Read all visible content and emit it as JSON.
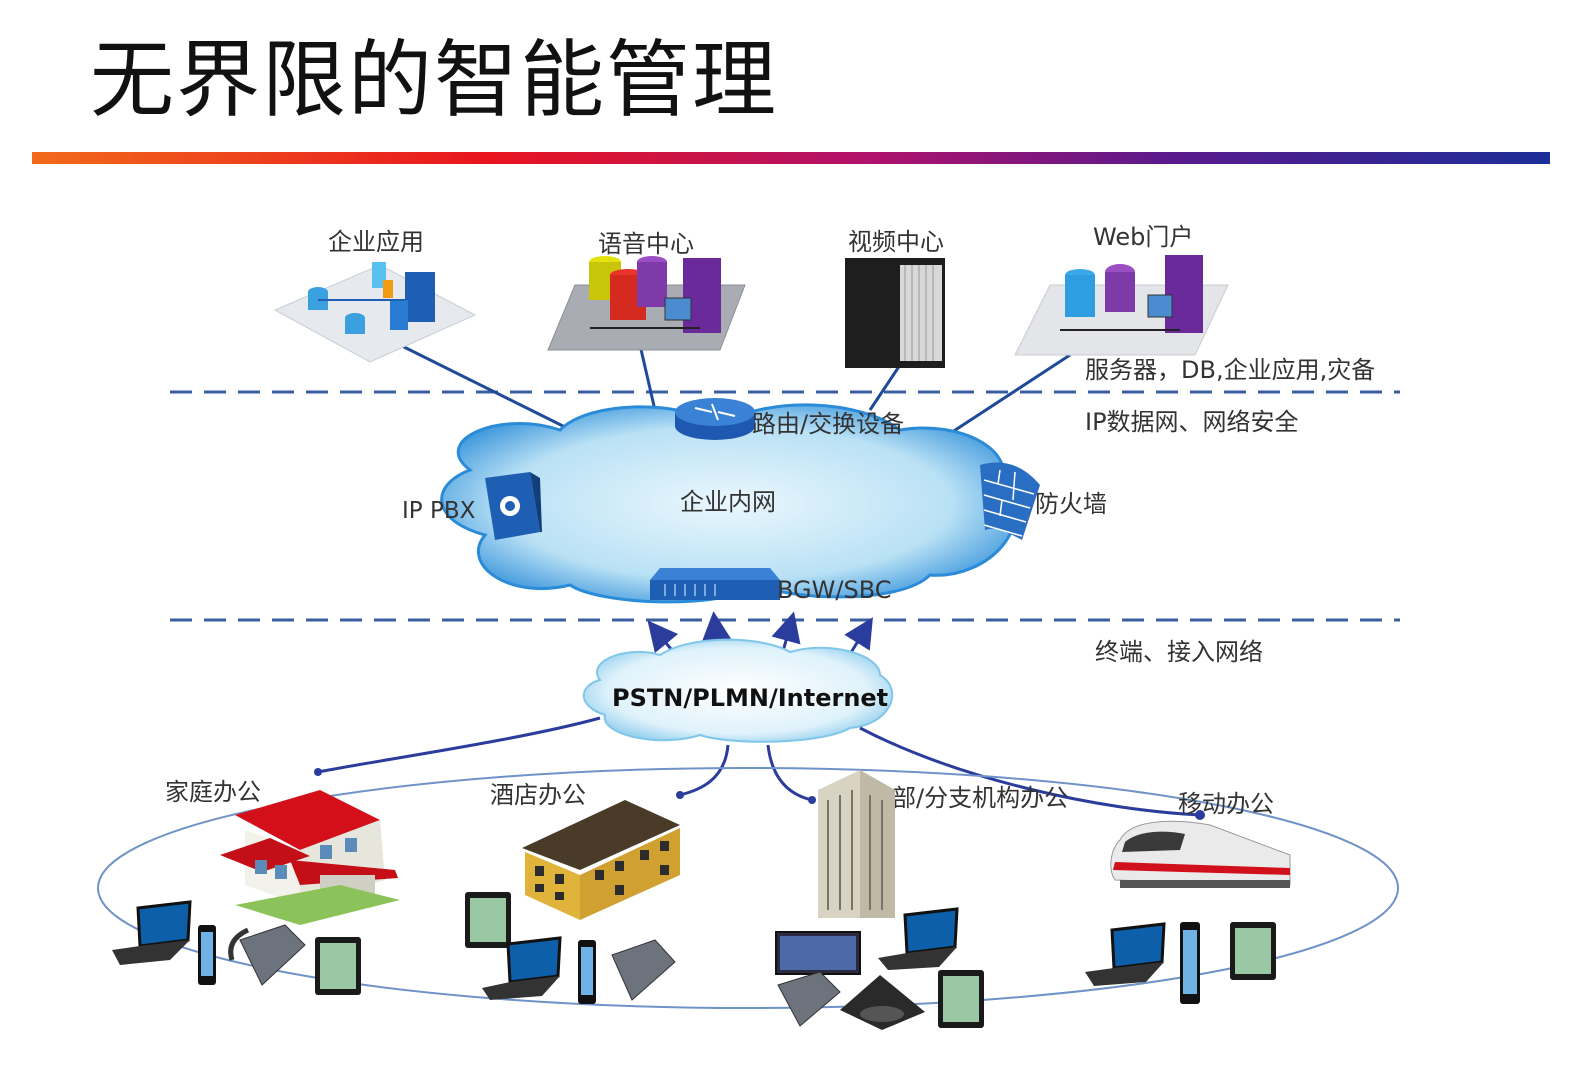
{
  "title": "无界限的智能管理",
  "colors": {
    "accent_line": "#1f3a8a",
    "cloud_blue": "#2a8bd8",
    "cloud_light": "#d5eef8",
    "dashed": "#3a5fa0"
  },
  "layers": {
    "servers": "服务器，DB,企业应用,灾备",
    "ip": "IP数据网、网络安全",
    "access": "终端、接入网络"
  },
  "apps": {
    "enterprise_app": "企业应用",
    "voice_center": "语音中心",
    "video_center": "视频中心",
    "web_portal": "Web门户"
  },
  "intranet": {
    "router": "路由/交换设备",
    "cloud": "企业内网",
    "ip_pbx": "IP PBX",
    "firewall": "防火墙",
    "bgw": "BGW/SBC"
  },
  "public_net": "PSTN/PLMN/Internet",
  "offices": {
    "home": "家庭办公",
    "hotel": "酒店办公",
    "hq": "企业总部/分支机构办公",
    "mobile": "移动办公"
  },
  "icons": [
    "server-rack-icon",
    "database-icon",
    "router-icon",
    "firewall-icon",
    "pbx-icon",
    "gateway-icon",
    "house-icon",
    "hotel-icon",
    "office-building-icon",
    "train-icon",
    "laptop-icon",
    "phone-icon",
    "mobile-phone-icon",
    "tablet-icon",
    "conference-phone-icon",
    "video-screen-icon"
  ]
}
